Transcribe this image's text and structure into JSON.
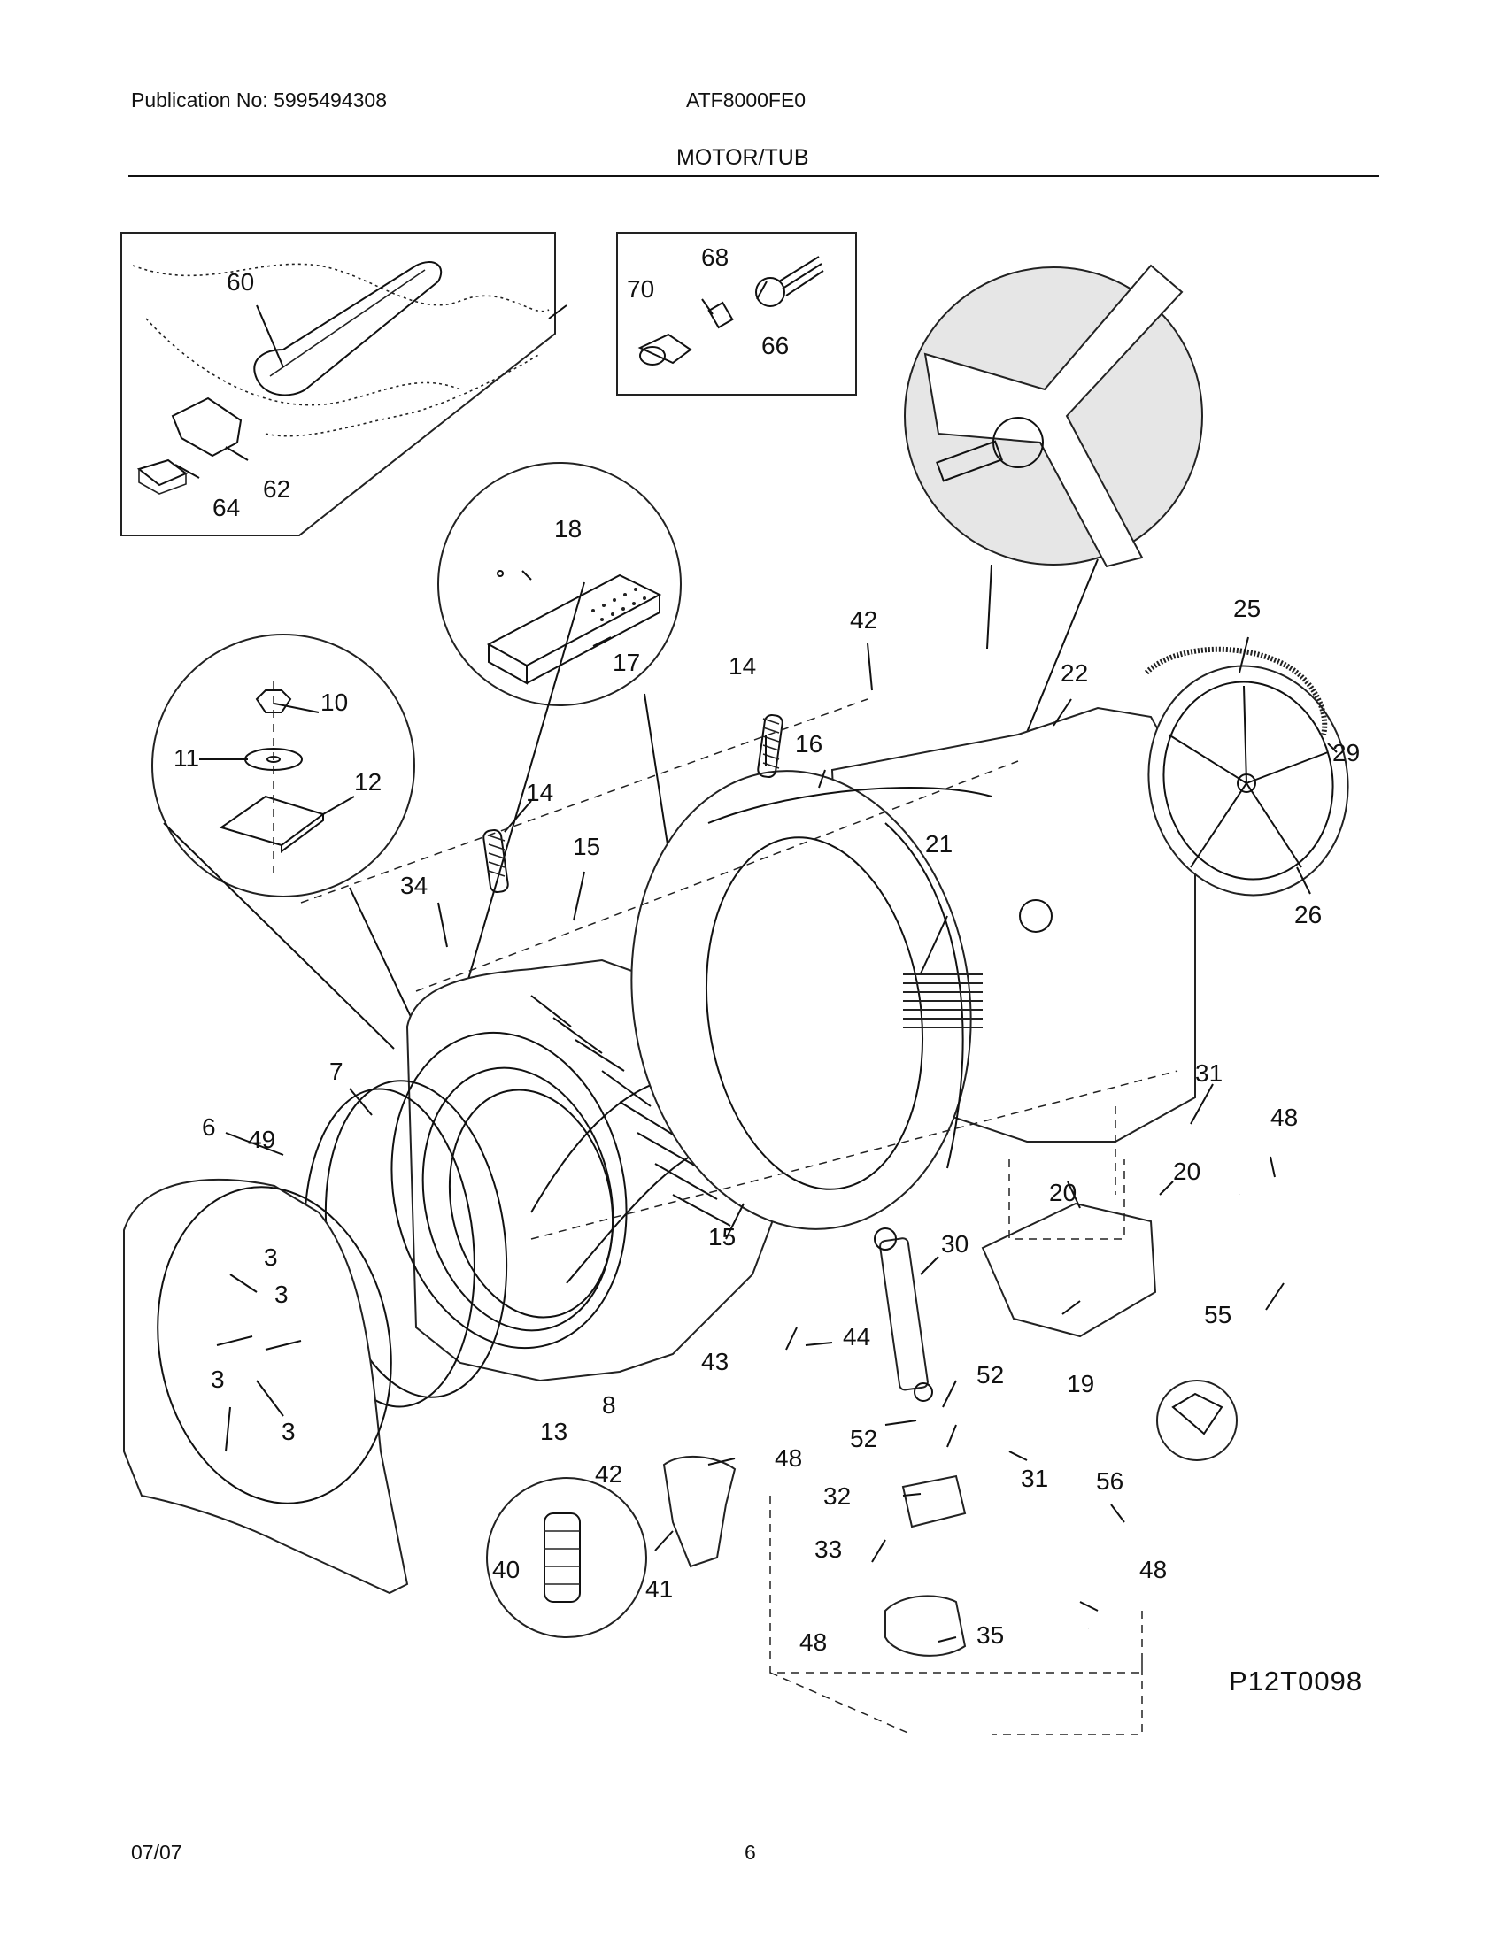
{
  "header": {
    "publication": "Publication No: 5995494308",
    "model": "ATF8000FE0",
    "section": "MOTOR/TUB"
  },
  "footer": {
    "date": "07/07",
    "page": "6"
  },
  "figure_code": "P12T0098",
  "callouts": [
    {
      "id": "c60",
      "text": "60"
    },
    {
      "id": "c62",
      "text": "62"
    },
    {
      "id": "c64",
      "text": "64"
    },
    {
      "id": "c68",
      "text": "68"
    },
    {
      "id": "c70",
      "text": "70"
    },
    {
      "id": "c66",
      "text": "66"
    },
    {
      "id": "c18",
      "text": "18"
    },
    {
      "id": "c17",
      "text": "17"
    },
    {
      "id": "c10",
      "text": "10"
    },
    {
      "id": "c11",
      "text": "11"
    },
    {
      "id": "c12",
      "text": "12"
    },
    {
      "id": "c14a",
      "text": "14"
    },
    {
      "id": "c14b",
      "text": "14"
    },
    {
      "id": "c15a",
      "text": "15"
    },
    {
      "id": "c16",
      "text": "16"
    },
    {
      "id": "c42a",
      "text": "42"
    },
    {
      "id": "c25",
      "text": "25"
    },
    {
      "id": "c22",
      "text": "22"
    },
    {
      "id": "c29",
      "text": "29"
    },
    {
      "id": "c21",
      "text": "21"
    },
    {
      "id": "c26",
      "text": "26"
    },
    {
      "id": "c34",
      "text": "34"
    },
    {
      "id": "c7",
      "text": "7"
    },
    {
      "id": "c6",
      "text": "6"
    },
    {
      "id": "c49",
      "text": "49"
    },
    {
      "id": "c31a",
      "text": "31"
    },
    {
      "id": "c48a",
      "text": "48"
    },
    {
      "id": "c20a",
      "text": "20"
    },
    {
      "id": "c20b",
      "text": "20"
    },
    {
      "id": "c15b",
      "text": "15"
    },
    {
      "id": "c30",
      "text": "30"
    },
    {
      "id": "c3a",
      "text": "3"
    },
    {
      "id": "c3b",
      "text": "3"
    },
    {
      "id": "c3c",
      "text": "3"
    },
    {
      "id": "c3d",
      "text": "3"
    },
    {
      "id": "c44",
      "text": "44"
    },
    {
      "id": "c55",
      "text": "55"
    },
    {
      "id": "c43",
      "text": "43"
    },
    {
      "id": "c52a",
      "text": "52"
    },
    {
      "id": "c19",
      "text": "19"
    },
    {
      "id": "c13",
      "text": "13"
    },
    {
      "id": "c8",
      "text": "8"
    },
    {
      "id": "c52b",
      "text": "52"
    },
    {
      "id": "c42b",
      "text": "42"
    },
    {
      "id": "c48b",
      "text": "48"
    },
    {
      "id": "c31b",
      "text": "31"
    },
    {
      "id": "c56",
      "text": "56"
    },
    {
      "id": "c32",
      "text": "32"
    },
    {
      "id": "c33",
      "text": "33"
    },
    {
      "id": "c40",
      "text": "40"
    },
    {
      "id": "c41",
      "text": "41"
    },
    {
      "id": "c48c",
      "text": "48"
    },
    {
      "id": "c48d",
      "text": "48"
    },
    {
      "id": "c35",
      "text": "35"
    }
  ]
}
